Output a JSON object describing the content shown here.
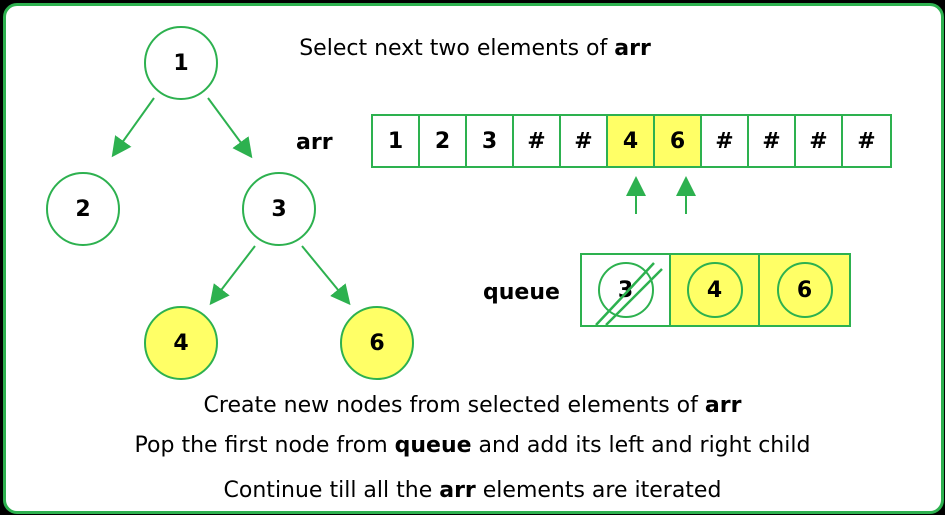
{
  "header": {
    "text_before": "Select next two elements of ",
    "text_bold": "arr"
  },
  "tree": {
    "nodes": [
      {
        "id": "1",
        "label": "1",
        "highlighted": false
      },
      {
        "id": "2",
        "label": "2",
        "highlighted": false
      },
      {
        "id": "3",
        "label": "3",
        "highlighted": false
      },
      {
        "id": "4",
        "label": "4",
        "highlighted": true
      },
      {
        "id": "6",
        "label": "6",
        "highlighted": true
      }
    ],
    "edges": [
      [
        "1",
        "2"
      ],
      [
        "1",
        "3"
      ],
      [
        "3",
        "4"
      ],
      [
        "3",
        "6"
      ]
    ]
  },
  "arr": {
    "label": "arr",
    "cells": [
      {
        "value": "1",
        "highlighted": false
      },
      {
        "value": "2",
        "highlighted": false
      },
      {
        "value": "3",
        "highlighted": false
      },
      {
        "value": "#",
        "highlighted": false
      },
      {
        "value": "#",
        "highlighted": false
      },
      {
        "value": "4",
        "highlighted": true
      },
      {
        "value": "6",
        "highlighted": true
      },
      {
        "value": "#",
        "highlighted": false
      },
      {
        "value": "#",
        "highlighted": false
      },
      {
        "value": "#",
        "highlighted": false
      },
      {
        "value": "#",
        "highlighted": false
      }
    ]
  },
  "queue": {
    "label": "queue",
    "items": [
      {
        "value": "3",
        "popped": true,
        "highlighted": false
      },
      {
        "value": "4",
        "popped": false,
        "highlighted": true
      },
      {
        "value": "6",
        "popped": false,
        "highlighted": true
      }
    ]
  },
  "footer": {
    "line1": {
      "before": "Create new nodes from selected elements of ",
      "bold": "arr",
      "after": ""
    },
    "line2": {
      "before": "Pop the first node from ",
      "bold": "queue",
      "after": " and add its left and right child"
    },
    "line3": {
      "before": "Continue till all the ",
      "bold": "arr",
      "after": " elements are iterated"
    }
  },
  "colors": {
    "accent": "#2db14f",
    "highlight": "#ffff66",
    "background": "#000000"
  }
}
